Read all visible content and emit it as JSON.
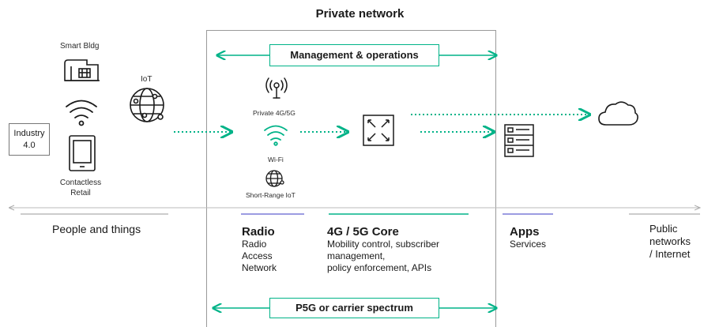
{
  "title": "Private network",
  "management_label": "Management & operations",
  "spectrum_label": "P5G or carrier spectrum",
  "devices": {
    "smart_bldg": "Smart Bldg",
    "iot": "IoT",
    "industry_line1": "Industry",
    "industry_line2": "4.0",
    "contactless_line1": "Contactless",
    "contactless_line2": "Retail"
  },
  "radio_icons": {
    "private_lte": "Private 4G/5G",
    "wifi": "Wi-Fi",
    "short_range": "Short-Range IoT"
  },
  "bottom": {
    "people": "People and things",
    "radio_title": "Radio",
    "radio_lines": [
      "Radio",
      "Access",
      "Network"
    ],
    "core_title": "4G / 5G Core",
    "core_lines": [
      "Mobility control, subscriber",
      "management,",
      "policy enforcement, APIs"
    ],
    "apps_title": "Apps",
    "apps_line": "Services",
    "public_lines": [
      "Public",
      "networks",
      "/ Internet"
    ]
  },
  "colors": {
    "accent": "#00b388",
    "accent_dark": "#01a982",
    "line_blue": "#7b7bd8",
    "gray": "#9a9a9a"
  }
}
